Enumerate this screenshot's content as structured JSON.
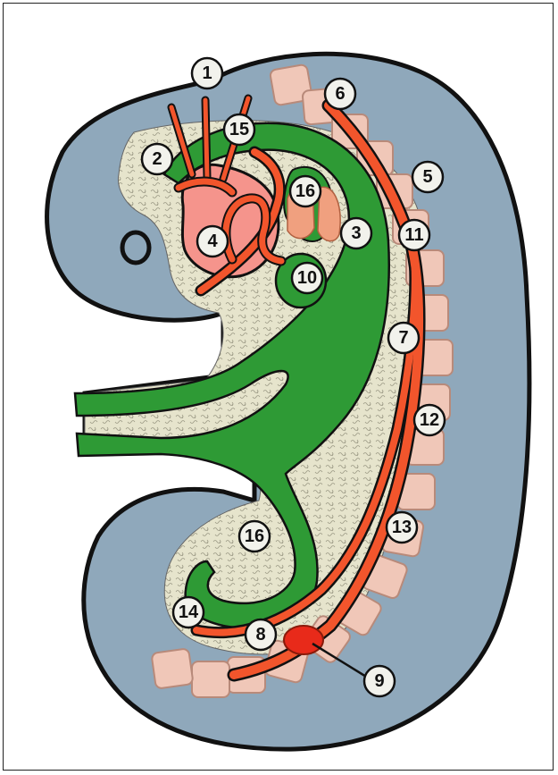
{
  "diagram": {
    "colors": {
      "body": "#8fa8bb",
      "outline": "#111111",
      "mesenchyme": "#e6e4cc",
      "gut": "#2e9a35",
      "vessel": "#f2552c",
      "heart": "#f5948c",
      "somite": "#f0c7b8"
    },
    "labels": [
      {
        "id": "label-1",
        "text": "1"
      },
      {
        "id": "label-2",
        "text": "2"
      },
      {
        "id": "label-3",
        "text": "3"
      },
      {
        "id": "label-4",
        "text": "4"
      },
      {
        "id": "label-5",
        "text": "5"
      },
      {
        "id": "label-6",
        "text": "6"
      },
      {
        "id": "label-7",
        "text": "7"
      },
      {
        "id": "label-8",
        "text": "8"
      },
      {
        "id": "label-9",
        "text": "9"
      },
      {
        "id": "label-10",
        "text": "10"
      },
      {
        "id": "label-11",
        "text": "11"
      },
      {
        "id": "label-12",
        "text": "12"
      },
      {
        "id": "label-13",
        "text": "13"
      },
      {
        "id": "label-14",
        "text": "14"
      },
      {
        "id": "label-15",
        "text": "15"
      },
      {
        "id": "label-16a",
        "text": "16"
      },
      {
        "id": "label-16b",
        "text": "16"
      }
    ]
  }
}
